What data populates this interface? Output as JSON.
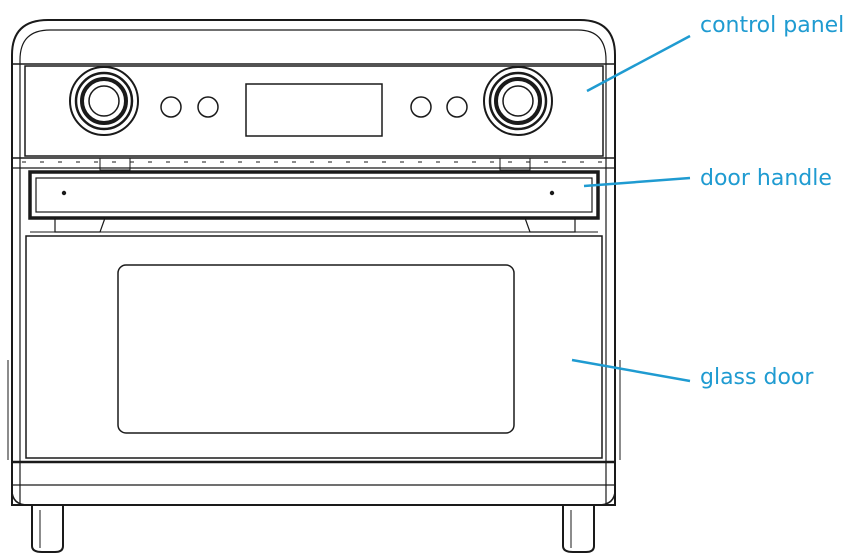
{
  "colors": {
    "outline": "#1a1a1a",
    "callout": "#1f9bd1",
    "background": "#ffffff"
  },
  "callouts": {
    "control_panel": "control panel",
    "door_handle": "door handle",
    "glass_door": "glass door"
  }
}
